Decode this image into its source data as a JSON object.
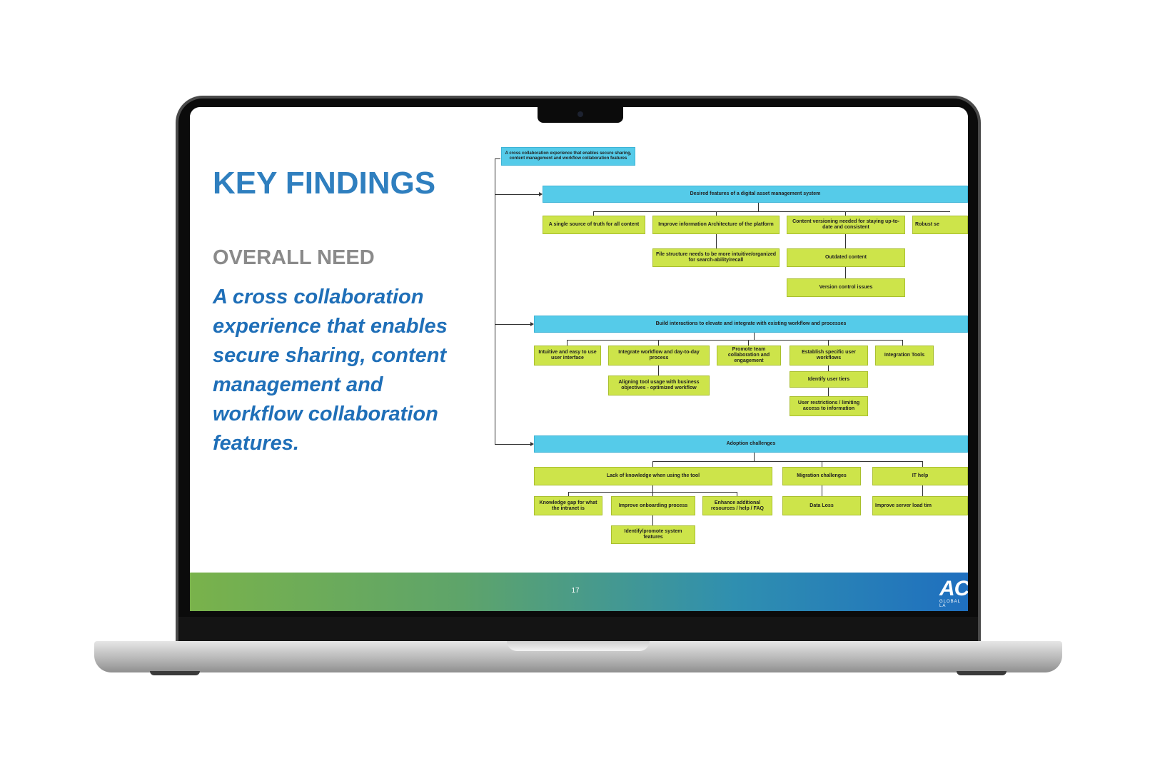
{
  "slide": {
    "title": "KEY FINDINGS",
    "subtitle": "OVERALL NEED",
    "statement": "A cross collaboration experience that enables secure sharing, content management and workflow collaboration features.",
    "page_number": "17",
    "logo_text": "AC",
    "logo_sub": "GLOBAL LA"
  },
  "diagram": {
    "root": "A cross collaboration experience that enables secure sharing, content management and workflow collaboration features",
    "branch1": {
      "title": "Desired features of a digital asset management system",
      "items": [
        "A single source of truth for all content",
        "Improve information Architecture of the platform",
        "Content versioning needed for staying up-to-date and consistent",
        "Robust se"
      ],
      "sub_ia": "File structure needs to be more intuitive/organized for search-ability/recall",
      "sub_versioning_1": "Outdated content",
      "sub_versioning_2": "Version control issues"
    },
    "branch2": {
      "title": "Build interactions to elevate and integrate with existing workflow and processes",
      "items": [
        "Intuitive and easy to use user interface",
        "Integrate workflow and day-to-day process",
        "Promote team collaboration and engagement",
        "Establish specific user workflows",
        "Integration Tools"
      ],
      "sub_workflow": "Aligning tool usage with business objectives - optimized workflow",
      "sub_user_1": "Identify user tiers",
      "sub_user_2": "User restrictions / limiting access to information"
    },
    "branch3": {
      "title": "Adoption challenges",
      "items": [
        "Lack of knowledge when using the tool",
        "Migration challenges",
        "IT help"
      ],
      "sub_knowledge": [
        "Knowledge gap for what the intranet is",
        "Improve onboarding process",
        "Enhance additional resources / help / FAQ"
      ],
      "sub_onboarding": "Identify/promote system features",
      "sub_migration": "Data Loss",
      "sub_it": "Improve server load tim"
    }
  },
  "colors": {
    "title_blue": "#2f7fbf",
    "statement_blue": "#1f6fb8",
    "box_blue": "#55cbe9",
    "box_green": "#cde44a",
    "subtitle_gray": "#8a8a8a"
  }
}
